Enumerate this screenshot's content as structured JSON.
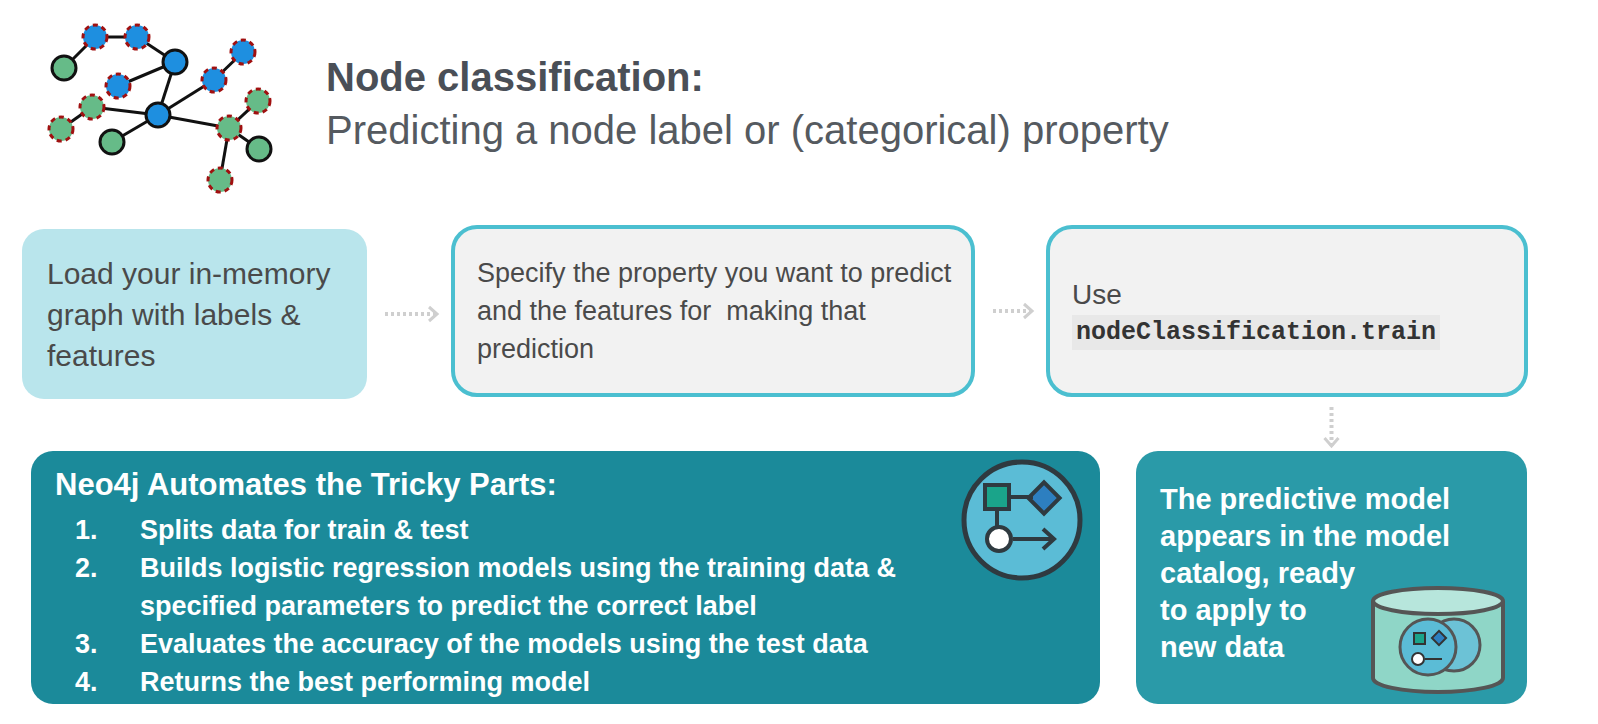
{
  "diagram": {
    "title": "Node classification:",
    "nodes": [
      {
        "text": [
          "Load your in-memory graph with labels & features"
        ]
      },
      {
        "text": [
          "Specify the property you want to predict and the features for  making that prediction"
        ]
      },
      {
        "text": [
          "Use",
          "nodeClassification.train"
        ]
      },
      {
        "text": [
          "Neo4j Automates the Tricky Parts:",
          "1.",
          "Splits data for train & test",
          "2.",
          "Builds logistic regression models using the training data & specified parameters to predict the correct label",
          "3.",
          "Evaluates the accuracy of the models using the test data",
          "4.",
          "Returns the best performing model"
        ]
      },
      {
        "text": [
          "The predictive model appears in the model catalog, ready to apply to new data"
        ]
      }
    ],
    "edges": [
      {
        "from": 0,
        "to": 1,
        "arrow": "to"
      },
      {
        "from": 1,
        "to": 2,
        "arrow": "to"
      },
      {
        "from": 2,
        "to": 4,
        "arrow": "to"
      }
    ],
    "labels": [
      "Predicting a node label or (categorical) property"
    ]
  }
}
